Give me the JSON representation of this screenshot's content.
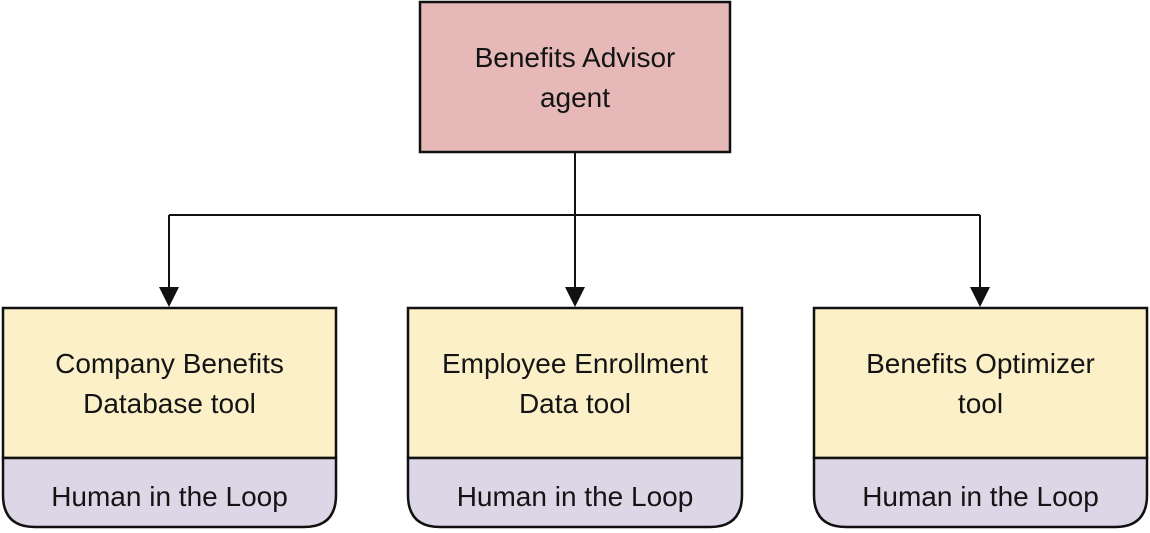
{
  "agent": {
    "line1": "Benefits Advisor",
    "line2": "agent",
    "fill": "#e6b9b8"
  },
  "tools": [
    {
      "line1": "Company Benefits",
      "line2": "Database tool",
      "footer": "Human in the Loop"
    },
    {
      "line1": "Employee Enrollment",
      "line2": "Data tool",
      "footer": "Human in the Loop"
    },
    {
      "line1": "Benefits Optimizer",
      "line2": "tool",
      "footer": "Human in the Loop"
    }
  ],
  "colors": {
    "tool_fill": "#fcf0c8",
    "hitl_fill": "#dcd6e6",
    "line": "#111111"
  }
}
